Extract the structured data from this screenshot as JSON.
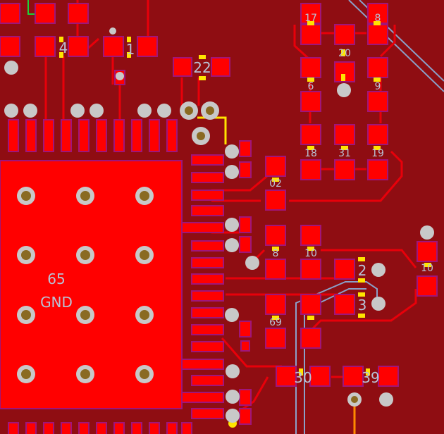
{
  "board": {
    "title": "",
    "colors": {
      "copper_pour": "#8f0d12",
      "copper_pad": "#ff0000",
      "copper_edge": "#a0157a",
      "trace": "#e8000a",
      "via_ring": "#c8c8c8",
      "via_hole": "#8a6a22",
      "silkscreen": "#ffe400",
      "ratsnest": "#8aa0c8",
      "label": "#b9c3d6",
      "bottom_trace": "#ff8a00",
      "green_trace": "#1dd13a"
    },
    "labels": {
      "gnd_number": "65",
      "gnd_net": "GND",
      "pad_4": "4",
      "pad_1": "1",
      "pad_22": "22",
      "pad_17": "17",
      "pad_8": "8",
      "pad_20": "20",
      "pad_6": "6",
      "pad_9": "9",
      "pad_18": "18",
      "pad_31": "31",
      "pad_19": "19",
      "pad_02": "02",
      "pad_8b": "8",
      "pad_10": "10",
      "pad_2": "2",
      "pad_3": "3",
      "pad_69": "69",
      "pad_30": "30",
      "pad_39": "39",
      "pad_10b": "10"
    }
  }
}
